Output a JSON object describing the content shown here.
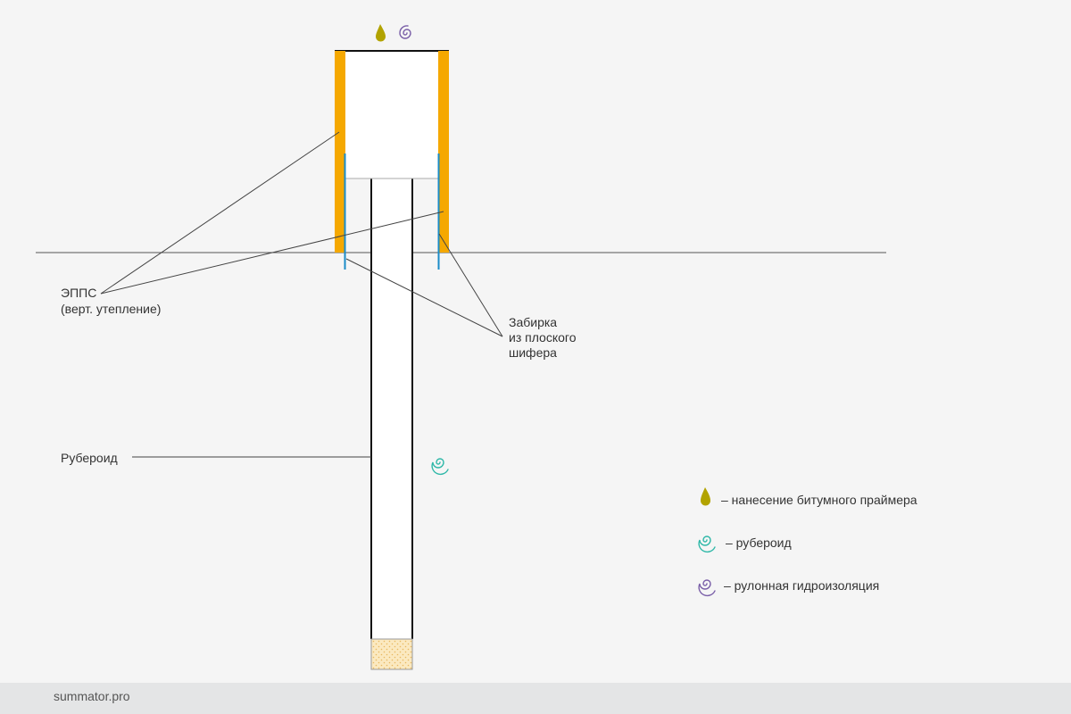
{
  "labels": {
    "epps_line1": "ЭППС",
    "epps_line2": "(верт. утепление)",
    "zabirka_line1": "Забирка",
    "zabirka_line2": "из плоского",
    "zabirka_line3": "шифера",
    "ruberoid": "Рубероид"
  },
  "legend": {
    "primer": "– нанесение битумного праймера",
    "ruberoid": "– рубероид",
    "roll_waterproofing": "– рулонная гидроизоляция"
  },
  "icons": {
    "primer": "bitumen-drop-icon",
    "ruberoid": "ruberoid-spiral-icon",
    "roll_waterproofing": "roll-waterproofing-spiral-icon"
  },
  "colors": {
    "background": "#f5f5f5",
    "insulation": "#f5a800",
    "slate": "#1a8cc8",
    "primer_drop": "#b2a300",
    "ruberoid_spiral": "#2fb8a8",
    "roll_spiral": "#7a5fa8",
    "sand": "#fbe9c0",
    "footer": "#e4e5e6"
  },
  "footer": {
    "site": "summator.pro"
  }
}
